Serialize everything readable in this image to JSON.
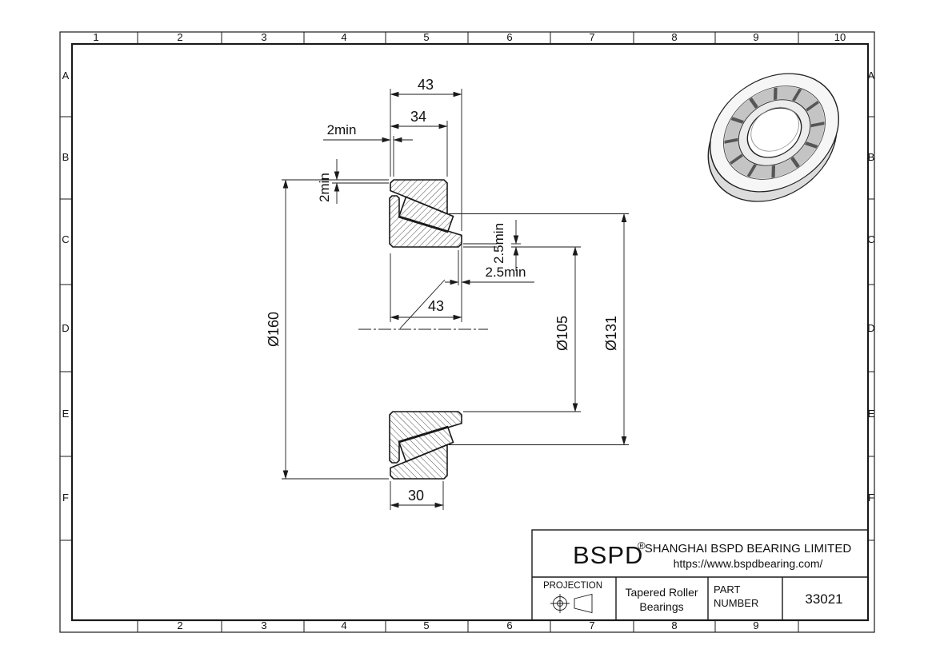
{
  "sheet": {
    "cols": [
      "1",
      "2",
      "3",
      "4",
      "5",
      "6",
      "7",
      "8",
      "9",
      "10"
    ],
    "rows": [
      "A",
      "B",
      "C",
      "D",
      "E",
      "F"
    ]
  },
  "dims": {
    "total_width": "43",
    "cup_width": "34",
    "cup_chamfer_axial": "2min",
    "cup_chamfer_radial": "2min",
    "cone_chamfer_radial": "2.5min",
    "cone_chamfer_axial": "2.5min",
    "cone_width": "43",
    "outer_diameter": "Ø160",
    "bore_diameter": "Ø105",
    "cup_small_inner_diameter": "Ø131",
    "back_width": "30"
  },
  "title_block": {
    "brand": "BSPD",
    "registered": "®",
    "company": "SHANGHAI BSPD BEARING LIMITED",
    "website": "https://www.bspdbearing.com/",
    "projection_label": "PROJECTION",
    "product_line1": "Tapered Roller",
    "product_line2": "Bearings",
    "part_label1": "PART",
    "part_label2": "NUMBER",
    "part_number": "33021"
  },
  "colors": {
    "ink": "#1a1a1a",
    "paper": "#ffffff"
  }
}
